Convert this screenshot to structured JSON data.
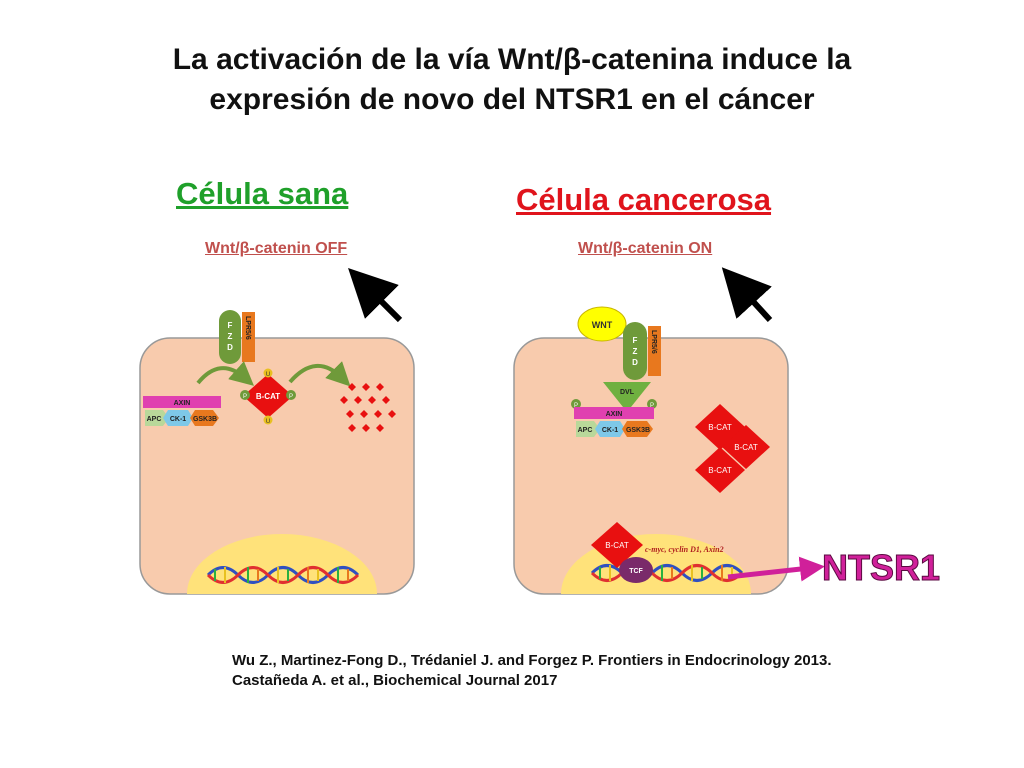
{
  "title": {
    "line1": "La activación de la vía Wnt/β-catenina induce la",
    "line2": "expresión de novo del NTSR1 en el cáncer"
  },
  "healthy_cell": {
    "heading": "Célula sana",
    "state": "Wnt/β-catenin OFF",
    "labels": {
      "fzd_f": "F",
      "fzd_z": "Z",
      "fzd_d": "D",
      "lrp": "LPR5/6",
      "axin": "AXIN",
      "apc": "APC",
      "ck1": "CK-1",
      "gsk3b": "GSK3B",
      "bcat": "B-CAT",
      "p": "P",
      "u": "U"
    }
  },
  "cancer_cell": {
    "heading": "Célula cancerosa",
    "state": "Wnt/β-catenin ON",
    "labels": {
      "wnt": "WNT",
      "fzd_f": "F",
      "fzd_z": "Z",
      "fzd_d": "D",
      "lrp": "LPR5/6",
      "dvl": "DVL",
      "axin": "AXIN",
      "apc": "APC",
      "ck1": "CK-1",
      "gsk3b": "GSK3B",
      "p": "P",
      "bcat": "B-CAT",
      "tcf": "TCF",
      "targets": "c-myc, cyclin D1, Axin2"
    }
  },
  "output_gene": "NTSR1",
  "references": {
    "line1": "Wu Z., Martinez-Fong D., Trédaniel J. and Forgez P. Frontiers in Endocrinology 2013.",
    "line2": "Castañeda A. et al., Biochemical Journal 2017"
  },
  "colors": {
    "healthy_heading": "#1fa02a",
    "cancer_heading": "#e0141c",
    "state_label": "#c0504d",
    "cell_fill": "#f8cbad",
    "nucleus": "#ffe27a",
    "fzd": "#6f9a3a",
    "lrp": "#e8781e",
    "axin": "#e040b0",
    "apc": "#b9d89a",
    "ck1": "#7ec8e8",
    "gsk3b": "#e8781e",
    "bcat": "#e81010",
    "wnt": "#ffff00",
    "tcf": "#7a2a6a",
    "ntsr1": "#d0209a"
  }
}
